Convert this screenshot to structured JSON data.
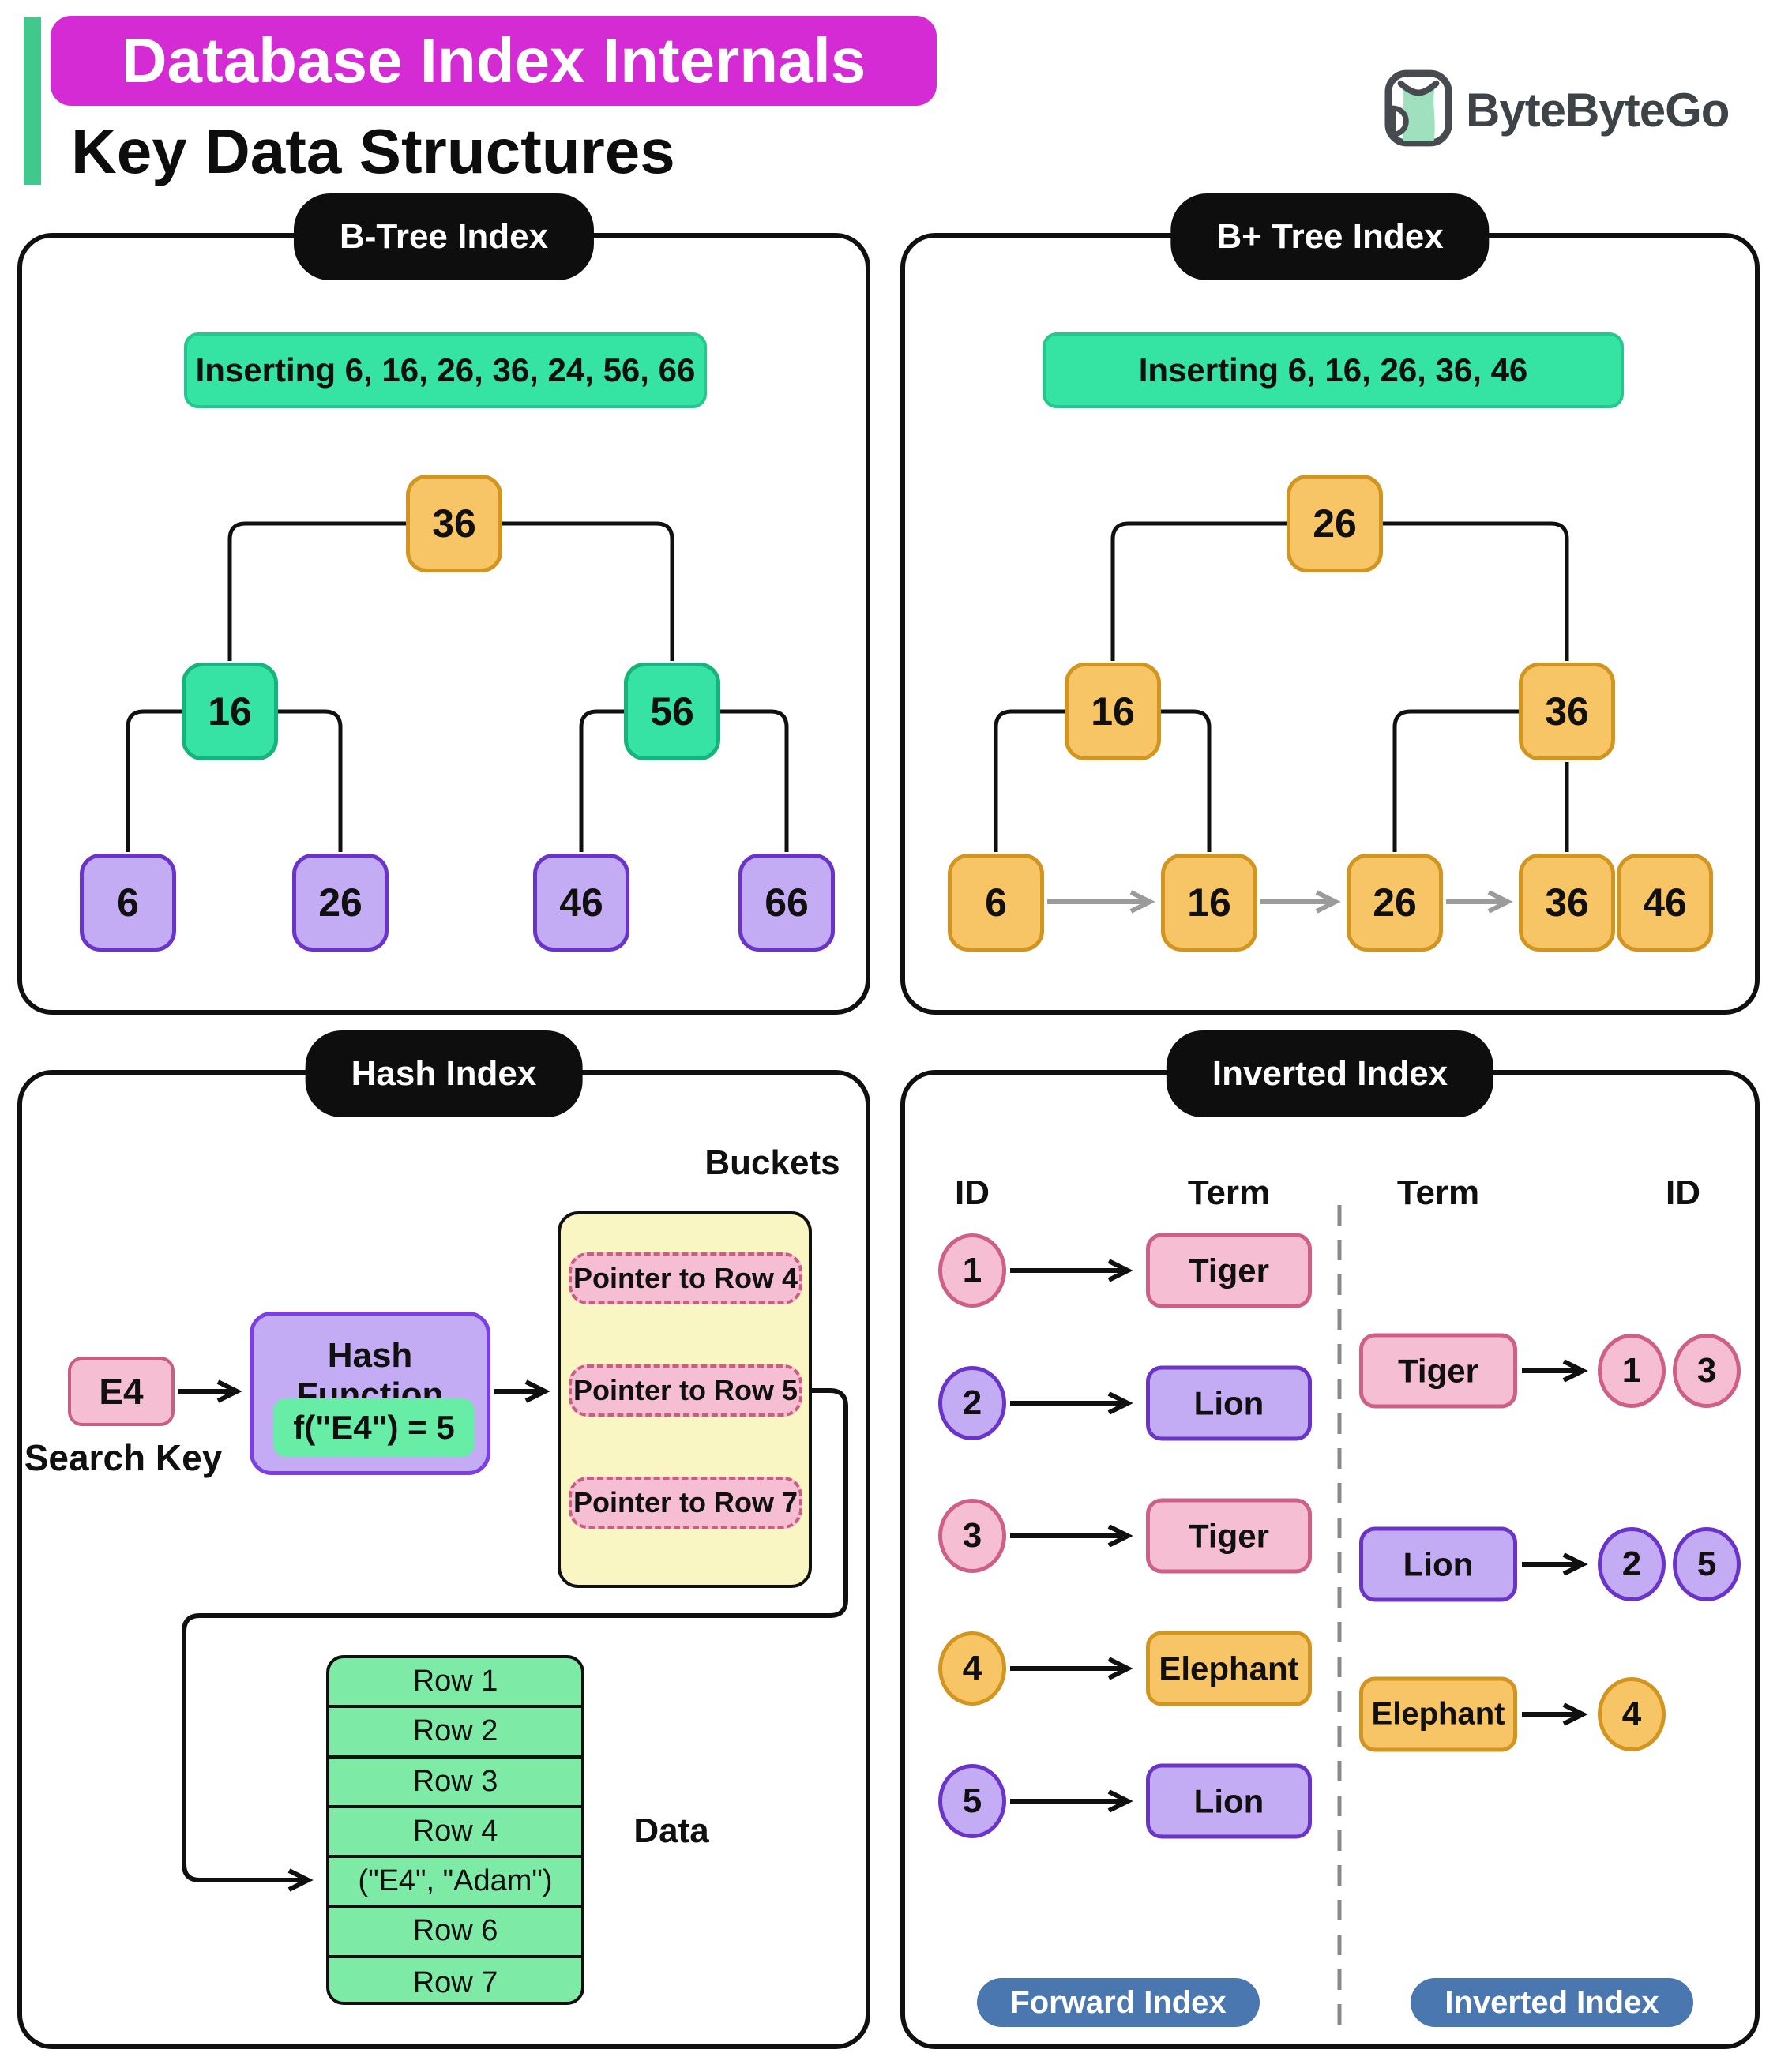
{
  "header": {
    "title": "Database Index Internals",
    "subtitle": "Key Data Structures",
    "brand": "ByteByteGo"
  },
  "colors": {
    "title_badge_magenta": "#D52BD5",
    "accent_bar_green": "#41C98D",
    "insert_box_green": "#35E3A2",
    "node_orange": "#F7C566",
    "node_green": "#37E3A4",
    "node_purple": "#C4ACF4",
    "pink": "#F6BED2",
    "bucket_yellow": "#FAF6C3",
    "data_row_green": "#7DEBA6",
    "pill_blue": "#4A77B0",
    "badge_black": "#0E0E0E"
  },
  "panels": {
    "btree": {
      "badge": "B-Tree Index",
      "insert_label": "Inserting 6, 16, 26, 36, 24, 56, 66",
      "root": "36",
      "level2": [
        "16",
        "56"
      ],
      "leaves": [
        "6",
        "26",
        "46",
        "66"
      ]
    },
    "bplus": {
      "badge": "B+ Tree Index",
      "insert_label": "Inserting 6, 16, 26, 36, 46",
      "root": "26",
      "level2": [
        "16",
        "36"
      ],
      "leaves": [
        "6",
        "16",
        "26",
        "36",
        "46"
      ]
    },
    "hash": {
      "badge": "Hash Index",
      "buckets_label": "Buckets",
      "search_key_value": "E4",
      "search_key_label": "Search Key",
      "function_label": "Hash Function",
      "function_formula": "f(\"E4\") = 5",
      "pointers": [
        "Pointer to Row 4",
        "Pointer to Row 5",
        "Pointer to Row 7"
      ],
      "data_label": "Data",
      "data_rows": [
        "Row 1",
        "Row 2",
        "Row 3",
        "Row 4",
        "(\"E4\", \"Adam\")",
        "Row 6",
        "Row 7"
      ]
    },
    "inverted": {
      "badge": "Inverted Index",
      "forward": {
        "id_header": "ID",
        "term_header": "Term",
        "rows": [
          {
            "id": "1",
            "term": "Tiger",
            "color": "pink"
          },
          {
            "id": "2",
            "term": "Lion",
            "color": "purple"
          },
          {
            "id": "3",
            "term": "Tiger",
            "color": "pink"
          },
          {
            "id": "4",
            "term": "Elephant",
            "color": "orange"
          },
          {
            "id": "5",
            "term": "Lion",
            "color": "purple"
          }
        ],
        "footer": "Forward Index"
      },
      "invertedSide": {
        "term_header": "Term",
        "id_header": "ID",
        "rows": [
          {
            "term": "Tiger",
            "ids": [
              "1",
              "3"
            ],
            "color": "pink"
          },
          {
            "term": "Lion",
            "ids": [
              "2",
              "5"
            ],
            "color": "purple"
          },
          {
            "term": "Elephant",
            "ids": [
              "4"
            ],
            "color": "orange"
          }
        ],
        "footer": "Inverted Index"
      }
    }
  }
}
